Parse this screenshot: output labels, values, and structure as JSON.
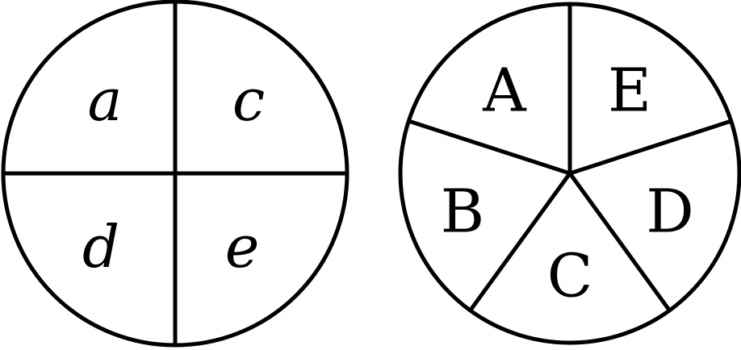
{
  "left_spinner": {
    "sections": [
      "a",
      "c",
      "d",
      "e"
    ]
  },
  "right_spinner": {
    "sections": [
      "A",
      "E",
      "D",
      "C",
      "B"
    ]
  },
  "colors": {
    "stroke": "#000000",
    "background": "#ffffff"
  }
}
